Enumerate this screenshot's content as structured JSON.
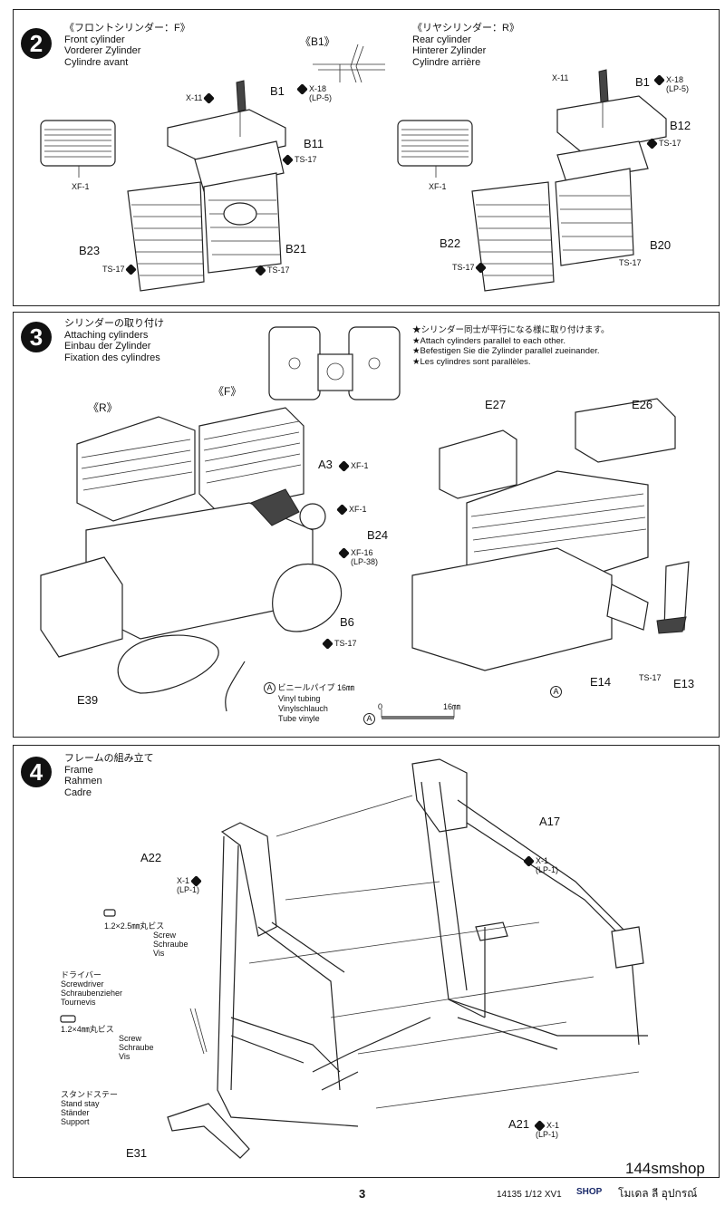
{
  "step2": {
    "number": "2",
    "front": {
      "jp": "《フロントシリンダー：F》",
      "en": "Front cylinder",
      "de": "Vorderer Zylinder",
      "fr": "Cylindre avant"
    },
    "rear": {
      "jp": "《リヤシリンダー：R》",
      "en": "Rear cylinder",
      "de": "Hinterer Zylinder",
      "fr": "Cylindre arrière"
    },
    "detail": "《B1》",
    "labels": {
      "b1_f": "B1",
      "x18_f": "X-18",
      "lp5_f": "(LP-5)",
      "x11_f": "X-11",
      "b11": "B11",
      "ts17_f1": "TS-17",
      "xf1_f": "XF-1",
      "b23": "B23",
      "ts17_f2": "TS-17",
      "b21": "B21",
      "ts17_f3": "TS-17",
      "x11_r": "X-11",
      "b1_r": "B1",
      "x18_r": "X-18",
      "lp5_r": "(LP-5)",
      "b12": "B12",
      "ts17_r1": "TS-17",
      "xf1_r": "XF-1",
      "b22": "B22",
      "ts17_r2": "TS-17",
      "b20": "B20",
      "ts17_r3": "TS-17"
    }
  },
  "step3": {
    "number": "3",
    "title": {
      "jp": "シリンダーの取り付け",
      "en": "Attaching cylinders",
      "de": "Einbau der Zylinder",
      "fr": "Fixation des cylindres"
    },
    "notes": [
      "★シリンダー同士が平行になる様に取り付けます。",
      "★Attach cylinders parallel to each other.",
      "★Befestigen Sie die Zylinder parallel zueinander.",
      "★Les cylindres sont parallèles."
    ],
    "labels": {
      "r": "《R》",
      "f": "《F》",
      "a3": "A3",
      "xf1_a": "XF-1",
      "xf1_b": "XF-1",
      "b24": "B24",
      "xf16": "XF-16",
      "lp38": "(LP-38)",
      "b6": "B6",
      "ts17_a": "TS-17",
      "e39": "E39",
      "e27": "E27",
      "e26": "E26",
      "e14": "E14",
      "e13": "E13",
      "ts17_b": "TS-17",
      "a_circle": "A"
    },
    "tubing": {
      "jp": "ビニールパイプ 16㎜",
      "en": "Vinyl tubing",
      "de": "Vinylschlauch",
      "fr": "Tube vinyle"
    },
    "scale": {
      "start": "0",
      "end": "16㎜"
    }
  },
  "step4": {
    "number": "4",
    "title": {
      "jp": "フレームの組み立て",
      "en": "Frame",
      "de": "Rahmen",
      "fr": "Cadre"
    },
    "labels": {
      "a22": "A22",
      "x1_a": "X-1",
      "lp1_a": "(LP-1)",
      "a17": "A17",
      "x1_b": "X-1",
      "lp1_b": "(LP-1)",
      "a21": "A21",
      "x1_c": "X-1",
      "lp1_c": "(LP-1)",
      "e31": "E31"
    },
    "screw25": {
      "size": "1.2×2.5㎜丸ビス",
      "en": "Screw",
      "de": "Schraube",
      "fr": "Vis"
    },
    "driver": {
      "jp": "ドライバー",
      "en": "Screwdriver",
      "de": "Schraubenzieher",
      "fr": "Tournevis"
    },
    "screw4": {
      "size": "1.2×4㎜丸ビス",
      "en": "Screw",
      "de": "Schraube",
      "fr": "Vis"
    },
    "stand": {
      "jp": "スタンドステー",
      "en": "Stand stay",
      "de": "Ständer",
      "fr": "Support"
    }
  },
  "footer": {
    "page": "3",
    "code": "14135  1/12 XV1",
    "shop": "144smshop",
    "shop_small": "SHOP",
    "thai": "โมเดล ลี อุปกรณ์"
  }
}
